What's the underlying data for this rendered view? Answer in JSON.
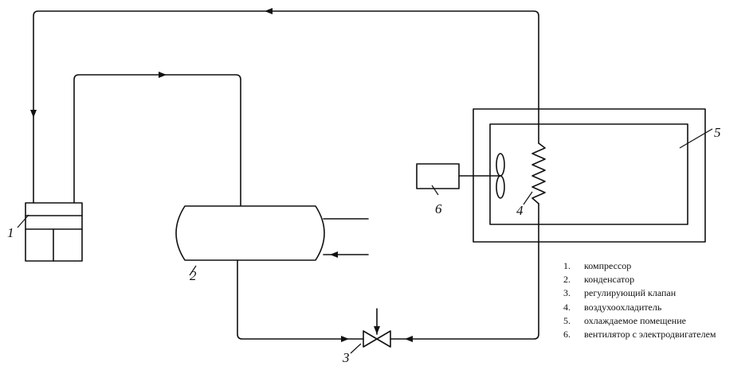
{
  "labels": {
    "compressor": "1",
    "condenser": "2",
    "valve": "3",
    "air_cooler": "4",
    "chamber": "5",
    "fan": "6"
  },
  "legend": [
    {
      "num": "1.",
      "text": "компрессор"
    },
    {
      "num": "2.",
      "text": "конденсатор"
    },
    {
      "num": "3.",
      "text": "регулирующий клапан"
    },
    {
      "num": "4.",
      "text": "воздухоохладитель"
    },
    {
      "num": "5.",
      "text": "охлаждаемое помещение"
    },
    {
      "num": "6.",
      "text": "вентилятор с электродвигателем"
    }
  ]
}
